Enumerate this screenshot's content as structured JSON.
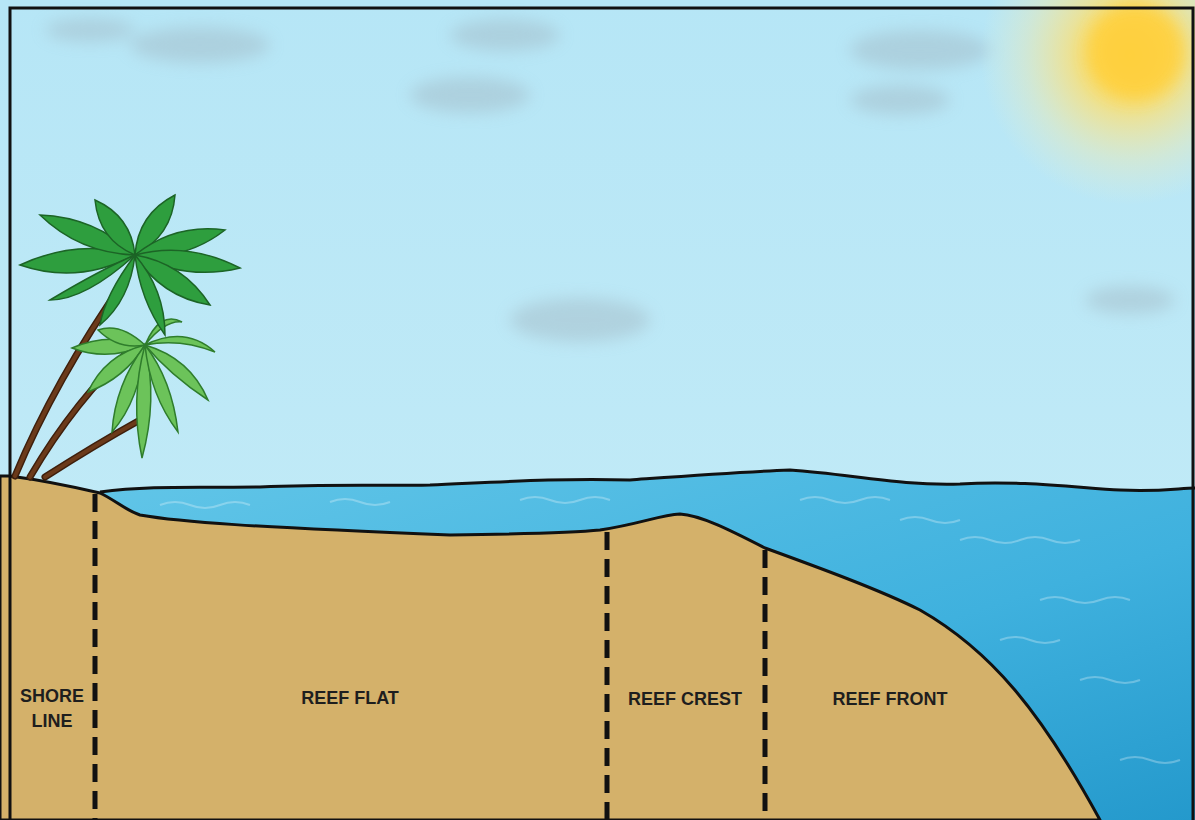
{
  "diagram": {
    "labels": [
      "SHORE LINE",
      "REEF FLAT",
      "REEF CREST",
      "REEF FRONT"
    ]
  }
}
